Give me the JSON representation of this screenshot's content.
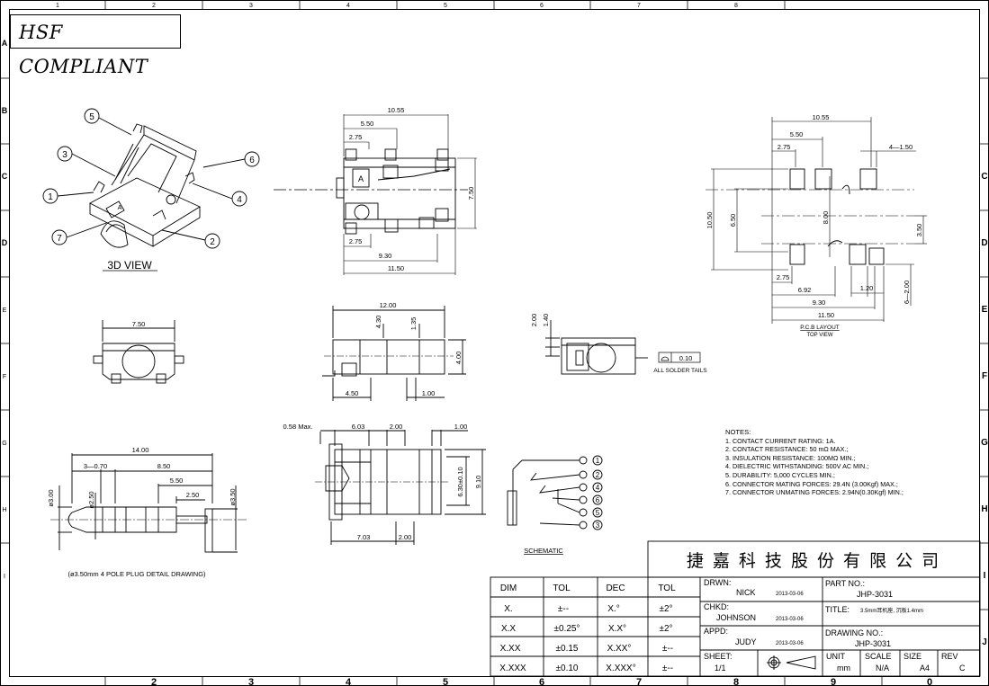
{
  "frame": {
    "cols_top": [
      "1",
      "2",
      "3",
      "4",
      "5",
      "6",
      "7",
      "8"
    ],
    "cols_bottom": [
      "2",
      "3",
      "4",
      "5",
      "6",
      "7",
      "8",
      "9",
      "0"
    ],
    "rows_left": [
      "A",
      "B",
      "C",
      "D",
      "E",
      "F",
      "G",
      "H",
      "I"
    ],
    "rows_right": [
      "C",
      "D",
      "E",
      "F",
      "G",
      "H",
      "I",
      "J"
    ]
  },
  "stamp": "HSF COMPLIANT",
  "view3d": {
    "label": "3D VIEW",
    "balloons": [
      "5",
      "3",
      "1",
      "7",
      "6",
      "4",
      "2"
    ],
    "key": "A"
  },
  "top_view": {
    "d_top1": "10.55",
    "d_top2": "5.50",
    "d_top3": "2.75",
    "d_h": "7.50",
    "d_b1": "2.75",
    "d_b2": "9.30",
    "d_b3": "11.50",
    "key": "A"
  },
  "pcb": {
    "d1": "10.55",
    "d2": "5.50",
    "d3": "2.75",
    "d4": "4—1.50",
    "v1": "10.50",
    "v2": "6.50",
    "v3": "8.00",
    "v4": "3.50",
    "b1": "2.75",
    "b2": "6.92",
    "b3": "1.20",
    "b4": "9.30",
    "b5": "11.50",
    "v5": "6—2.00",
    "caption1": "P.C.B LAYOUT",
    "caption2": "TOP VIEW"
  },
  "end_view": {
    "d": "7.50"
  },
  "side_view": {
    "d1": "12.00",
    "d2": "4.30",
    "d3": "1.35",
    "d4": "4.00",
    "d5": "4.50",
    "d6": "1.00"
  },
  "front_view": {
    "d1": "2.00",
    "d2": "1.40",
    "flat": "0.10",
    "note": "ALL SOLDER TAILS"
  },
  "section_view": {
    "d1": "0.58 Max.",
    "d2": "6.03",
    "d3": "2.00",
    "d4": "1.00",
    "d5": "6.30±0.10",
    "d6": "9.10",
    "d7": "7.03",
    "d8": "2.00"
  },
  "plug": {
    "d1": "14.00",
    "d2": "3—0.70",
    "d3": "8.50",
    "d4": "5.50",
    "d5": "2.50",
    "d6": "ø3.00",
    "d7": "ø2.50",
    "d8": "ø3.50",
    "caption": "(ø3.50mm 4 POLE PLUG DETAIL DRAWING)"
  },
  "schematic": {
    "label": "SCHEMATIC",
    "pins": [
      "1",
      "2",
      "4",
      "6",
      "5",
      "3"
    ]
  },
  "notes": {
    "title": "NOTES:",
    "items": [
      "1. CONTACT CURRENT RATING: 1A.",
      "2. CONTACT RESISTANCE: 50 mΩ MAX.;",
      "3. INSULATION RESISTANCE: 100MΩ MIN.;",
      "4. DIELECTRIC WITHSTANDING: 500V AC MIN.;",
      "5. DURABILITY: 5,000 CYCLES MIN.;",
      "6. CONNECTOR MATING FORCES: 29.4N (3.00Kgf) MAX.;",
      "7. CONNECTOR UNMATING FORCES: 2.94N(0.30Kgf) MIN.;"
    ]
  },
  "title_block": {
    "company": "捷 嘉 科 技 股 份 有 限 公 司",
    "tol_header": [
      "DIM",
      "TOL",
      "DEC",
      "TOL"
    ],
    "tol_rows": [
      [
        "X.",
        "±--",
        "X.°",
        "±2°"
      ],
      [
        "X.X",
        "±0.25°",
        "X.X°",
        "±2°"
      ],
      [
        "X.XX",
        "±0.15",
        "X.XX°",
        "±--"
      ],
      [
        "X.XXX",
        "±0.10",
        "X.XXX°",
        "±--"
      ]
    ],
    "drwn_label": "DRWN:",
    "drwn_name": "NICK",
    "drwn_date": "2013-03-06",
    "chkd_label": "CHKD:",
    "chkd_name": "JOHNSON",
    "chkd_date": "2013-03-06",
    "appd_label": "APPD:",
    "appd_name": "JUDY",
    "appd_date": "2013-03-06",
    "part_label": "PART NO.:",
    "part_no": "JHP-3031",
    "title_label": "TITLE:",
    "title_text": "3.5mm耳机座, 沉板1.4mm",
    "dwg_label": "DRAWING NO.:",
    "dwg_no": "JHP-3031",
    "sheet_label": "SHEET:",
    "sheet": "1/1",
    "unit_label": "UNIT",
    "unit": "mm",
    "scale_label": "SCALE",
    "scale": "N/A",
    "size_label": "SIZE",
    "size": "A4",
    "rev_label": "REV",
    "rev": "C"
  }
}
